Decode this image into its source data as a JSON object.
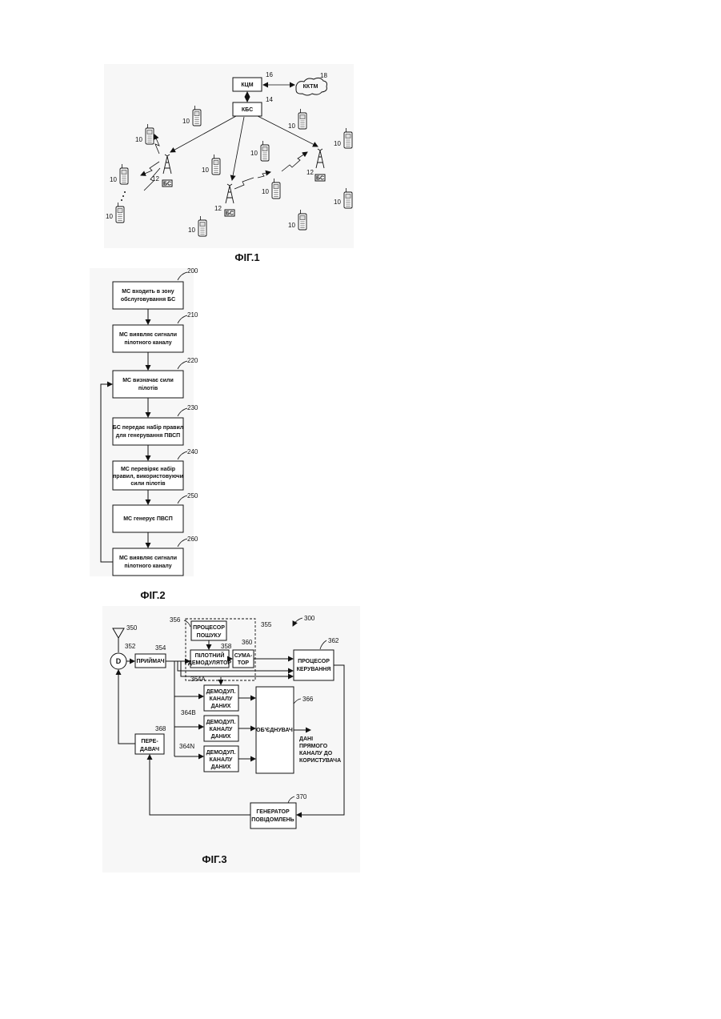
{
  "fig1": {
    "title": "ФІГ.1",
    "msc": {
      "label": "КЦМ",
      "ref": "16"
    },
    "pstn": {
      "label": "ККТМ",
      "ref": "18"
    },
    "bsc": {
      "label": "КБС",
      "ref": "14"
    },
    "bs_label": "БС",
    "bs_ref": "12",
    "ms_ref": "10"
  },
  "fig2": {
    "title": "ФІГ.2",
    "steps": [
      {
        "ref": "200",
        "line1": "МС входить в зону",
        "line2": "обслуговування БС",
        "line3": ""
      },
      {
        "ref": "210",
        "line1": "МС виявляє сигнали",
        "line2": "пілотного каналу",
        "line3": ""
      },
      {
        "ref": "220",
        "line1": "МС визначає сили",
        "line2": "пілотів",
        "line3": ""
      },
      {
        "ref": "230",
        "line1": "БС передає набір правил",
        "line2": "для генерування ПВСП",
        "line3": ""
      },
      {
        "ref": "240",
        "line1": "МС перевіряє набір",
        "line2": "правил, використовуючи",
        "line3": "сили пілотів"
      },
      {
        "ref": "250",
        "line1": "МС генерує ПВСП",
        "line2": "",
        "line3": ""
      },
      {
        "ref": "260",
        "line1": "МС виявляє сигнали",
        "line2": "пілотного каналу",
        "line3": ""
      }
    ]
  },
  "fig3": {
    "title": "ФІГ.3",
    "ref_device": "300",
    "ref_antenna": "350",
    "duplexer": {
      "label": "D",
      "ref": "352"
    },
    "receiver": {
      "label": "ПРИЙМАЧ",
      "ref": "354"
    },
    "search_group_ref": "355",
    "searcher": {
      "line1": "ПРОЦЕСОР",
      "line2": "ПОШУКУ",
      "ref": "356"
    },
    "pilot_demod": {
      "line1": "ПІЛОТНИЙ",
      "line2": "ДЕМОДУЛЯТОР",
      "ref": "358"
    },
    "adder": {
      "line1": "СУМА-",
      "line2": "ТОР",
      "ref": "360"
    },
    "control": {
      "line1": "ПРОЦЕСОР",
      "line2": "КЕРУВАННЯ",
      "ref": "362"
    },
    "data_demods": [
      {
        "line1": "ДЕМОДУЛ.",
        "line2": "КАНАЛУ",
        "line3": "ДАНИХ",
        "ref": "364A"
      },
      {
        "line1": "ДЕМОДУЛ.",
        "line2": "КАНАЛУ",
        "line3": "ДАНИХ",
        "ref": "364B"
      },
      {
        "line1": "ДЕМОДУЛ.",
        "line2": "КАНАЛУ",
        "line3": "ДАНИХ",
        "ref": "364N"
      }
    ],
    "combiner": {
      "label": "ОБ'ЄДНУВАЧ",
      "ref": "366"
    },
    "transmitter": {
      "line1": "ПЕРЕ-",
      "line2": "ДАВАЧ",
      "ref": "368"
    },
    "msg_gen": {
      "line1": "ГЕНЕРАТОР",
      "line2": "ПОВІДОМЛЕНЬ",
      "ref": "370"
    },
    "output": {
      "line1": "ДАНІ",
      "line2": "ПРЯМОГО",
      "line3": "КАНАЛУ ДО",
      "line4": "КОРИСТУВАЧА"
    }
  }
}
